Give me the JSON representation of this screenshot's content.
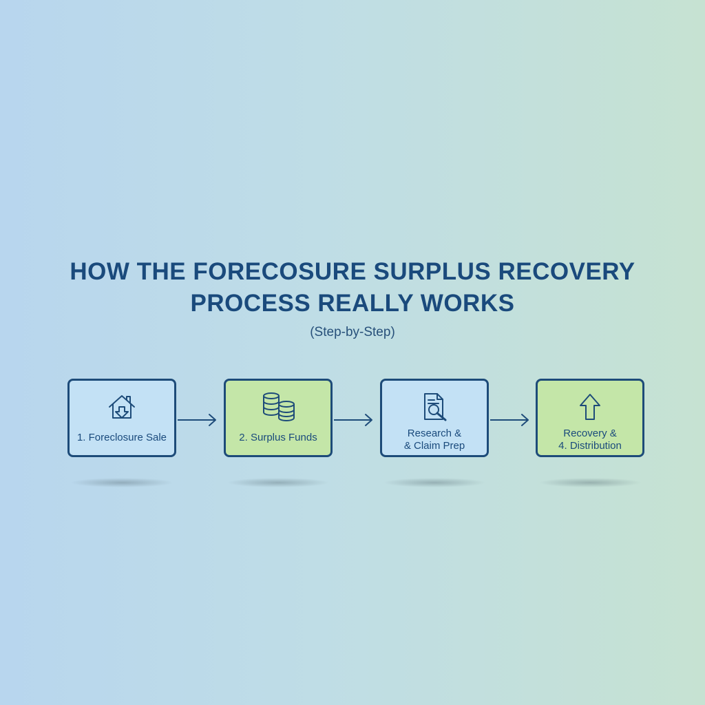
{
  "title": {
    "line1": "HOW THE FORECOSURE SURPLUS RECOVERY",
    "line2": "PROCESS REALLY WORKS"
  },
  "subtitle": "(Step-by-Step)",
  "steps": [
    {
      "label": "1. Foreclosure Sale",
      "icon": "house-down-arrow-icon",
      "color": "#c3e1f5"
    },
    {
      "label": "2. Surplus Funds",
      "icon": "coin-stacks-icon",
      "color": "#c4e6a8"
    },
    {
      "label": "Research &\n& Claim Prep",
      "icon": "document-magnifier-icon",
      "color": "#c3e1f5"
    },
    {
      "label": "Recovery &\n4.   Distribution",
      "icon": "up-arrow-icon",
      "color": "#c4e6a8"
    }
  ],
  "colors": {
    "border": "#1d4b79",
    "text": "#1a4a7c"
  }
}
